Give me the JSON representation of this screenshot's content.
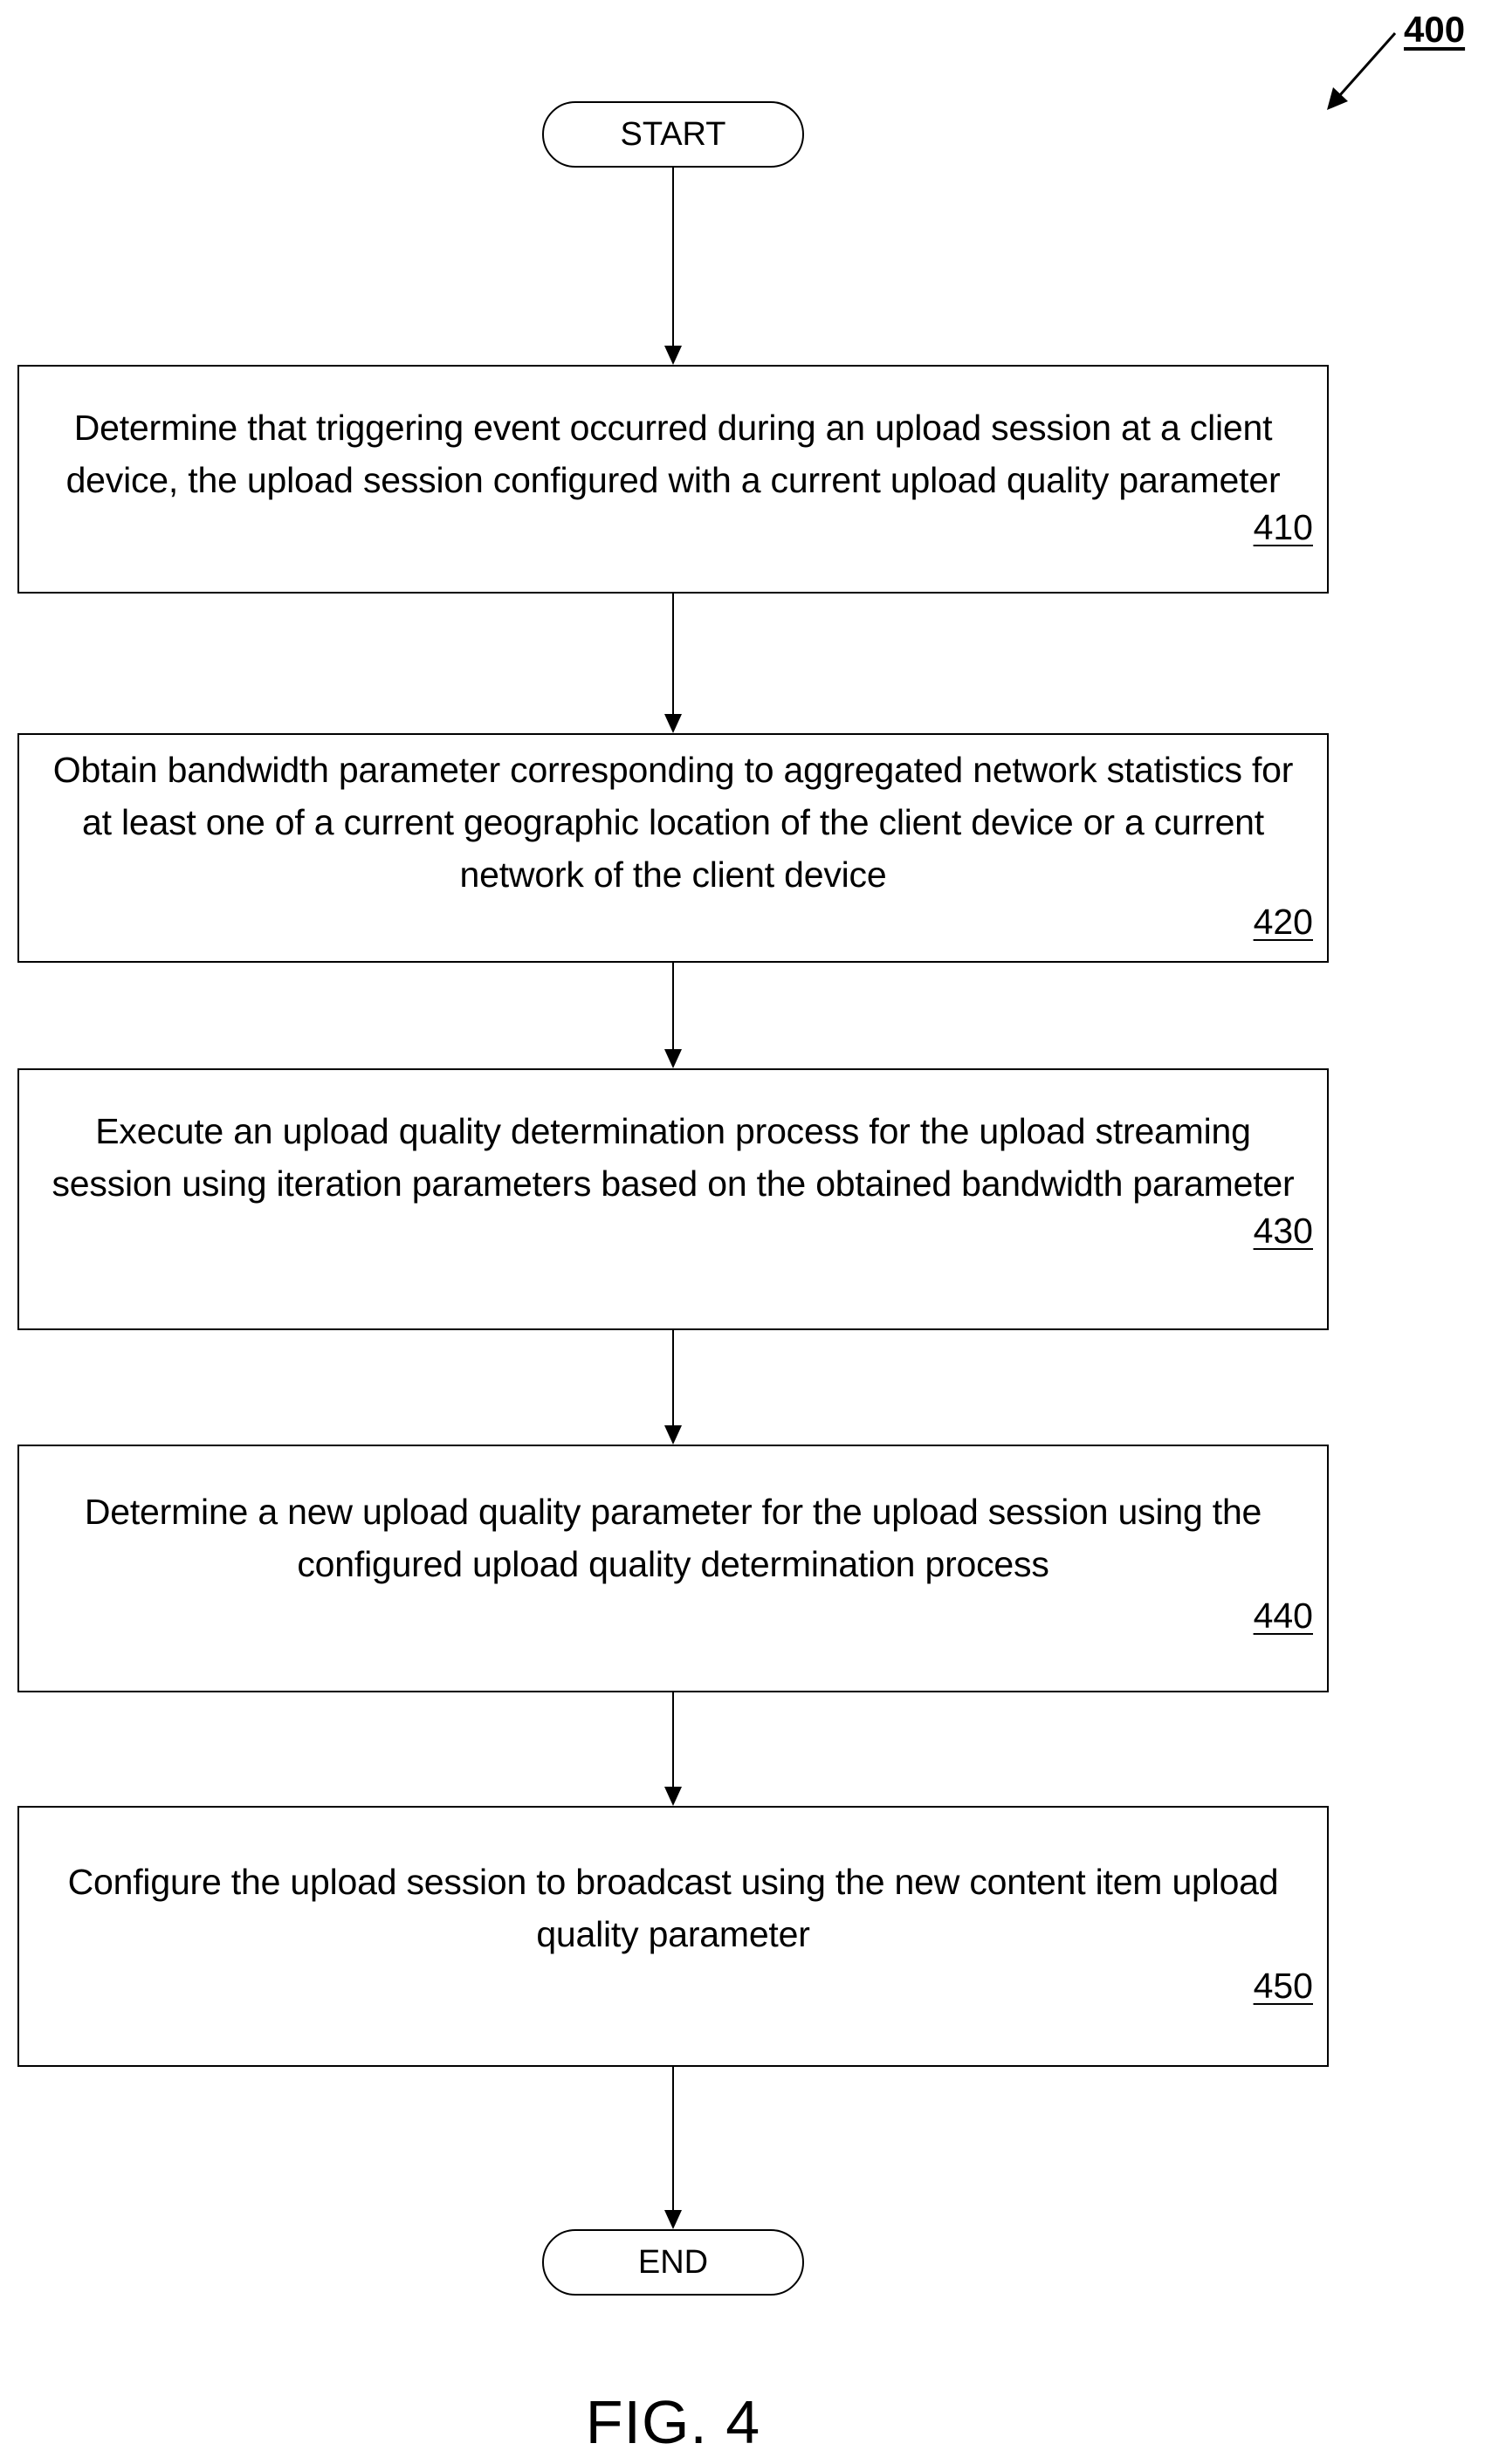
{
  "figure_ref": "400",
  "figure_label": "FIG. 4",
  "start_label": "START",
  "end_label": "END",
  "steps": [
    {
      "text": "Determine that triggering event occurred during an upload session at a client device, the upload session configured with a current upload quality parameter",
      "number": "410"
    },
    {
      "text": "Obtain bandwidth parameter corresponding to aggregated network statistics for at least one of a current geographic location of the client device or a current network of the client device",
      "number": "420"
    },
    {
      "text": "Execute an upload quality determination process for the upload streaming session using iteration parameters based on the obtained bandwidth parameter",
      "number": "430"
    },
    {
      "text": "Determine a new upload quality parameter for the upload session using the configured upload quality determination process",
      "number": "440"
    },
    {
      "text": "Configure the upload session to broadcast using the new content item upload quality parameter",
      "number": "450"
    }
  ]
}
